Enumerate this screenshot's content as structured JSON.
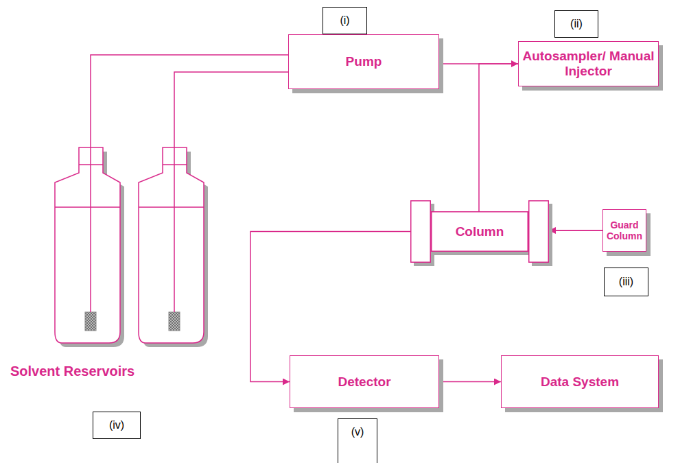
{
  "diagram": {
    "nodes": [
      {
        "text": [
          "Pump"
        ]
      },
      {
        "text": [
          "Autosampler/ Manual Injector"
        ]
      },
      {
        "text": [
          "Column"
        ]
      },
      {
        "text": [
          "Guard Column"
        ]
      },
      {
        "text": [
          "Detector"
        ]
      },
      {
        "text": [
          "Data System"
        ]
      }
    ],
    "edges": [
      {
        "from": 0,
        "to": 1,
        "arrow": "to"
      },
      {
        "from": 1,
        "to": 3,
        "arrow": "none"
      },
      {
        "from": 3,
        "to": 2,
        "arrow": "to"
      },
      {
        "from": 2,
        "to": 4,
        "arrow": "to"
      },
      {
        "from": 4,
        "to": 5,
        "arrow": "to"
      }
    ],
    "labels": [
      "(i)",
      "(ii)",
      "(iii)",
      "(iv)",
      "(v)",
      "Solvent Reservoirs"
    ]
  }
}
